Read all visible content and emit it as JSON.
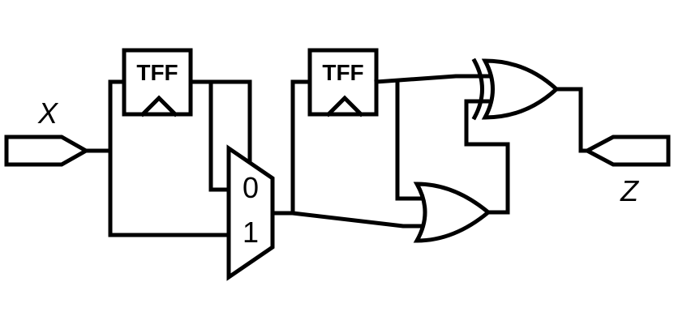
{
  "diagram": {
    "input_label": "X",
    "output_label": "Z",
    "flipflop_1_label": "TFF",
    "flipflop_2_label": "TFF",
    "mux_input_0_label": "0",
    "mux_input_1_label": "1"
  }
}
